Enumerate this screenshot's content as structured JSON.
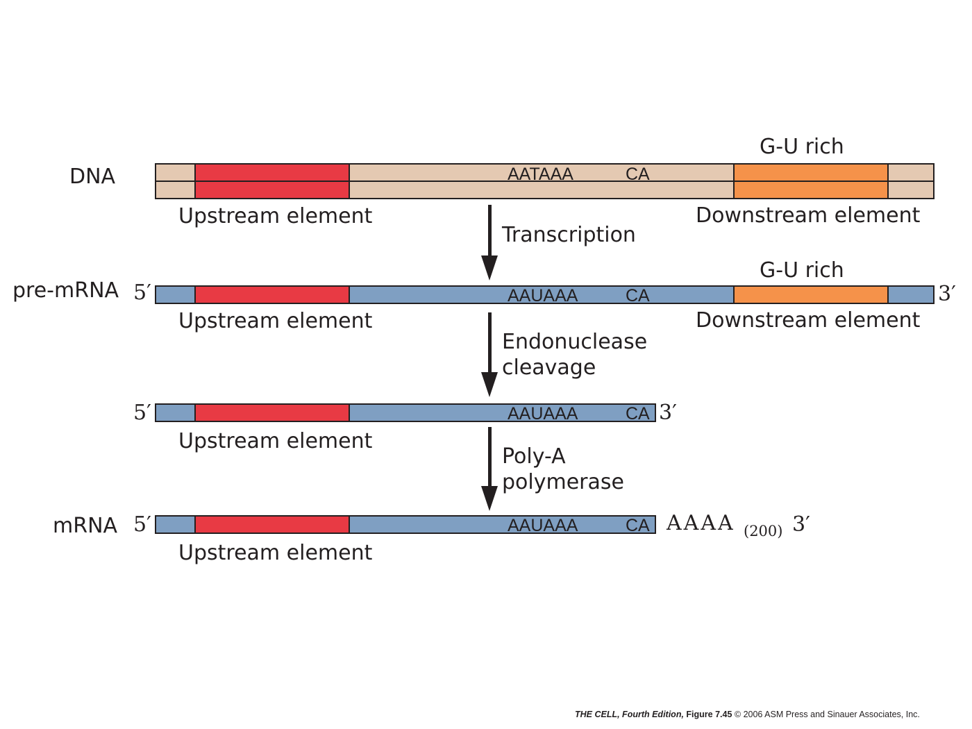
{
  "colors": {
    "dna_fill": "#e4c9b2",
    "rna_fill": "#7f9fc2",
    "upstream_fill": "#e83a44",
    "downstream_fill": "#f5924a",
    "outline": "#231f20"
  },
  "dna": {
    "label": "DNA",
    "gu_label": "G-U rich",
    "seq1": "AATAAA",
    "seq2": "CA",
    "upstream_label": "Upstream element",
    "downstream_label": "Downstream element"
  },
  "step1": {
    "label": "Transcription"
  },
  "pre_mrna": {
    "label": "pre-mRNA",
    "five_prime": "5′",
    "three_prime": "3′",
    "gu_label": "G-U rich",
    "seq1": "AAUAAA",
    "seq2": "CA",
    "upstream_label": "Upstream element",
    "downstream_label": "Downstream element"
  },
  "step2": {
    "line1": "Endonuclease",
    "line2": "cleavage"
  },
  "cleaved": {
    "five_prime": "5′",
    "three_prime": "3′",
    "seq1": "AAUAAA",
    "seq2": "CA",
    "upstream_label": "Upstream element"
  },
  "step3": {
    "line1": "Poly-A",
    "line2": "polymerase"
  },
  "mrna": {
    "label": "mRNA",
    "five_prime": "5′",
    "tail": "AAAA",
    "tail_count": "(200)",
    "three_prime": "3′",
    "seq1": "AAUAAA",
    "seq2": "CA",
    "upstream_label": "Upstream element"
  },
  "credit": {
    "book": "THE CELL, Fourth Edition,",
    "figure": "Figure 7.45",
    "copyright": "© 2006 ASM Press and Sinauer Associates, Inc."
  }
}
